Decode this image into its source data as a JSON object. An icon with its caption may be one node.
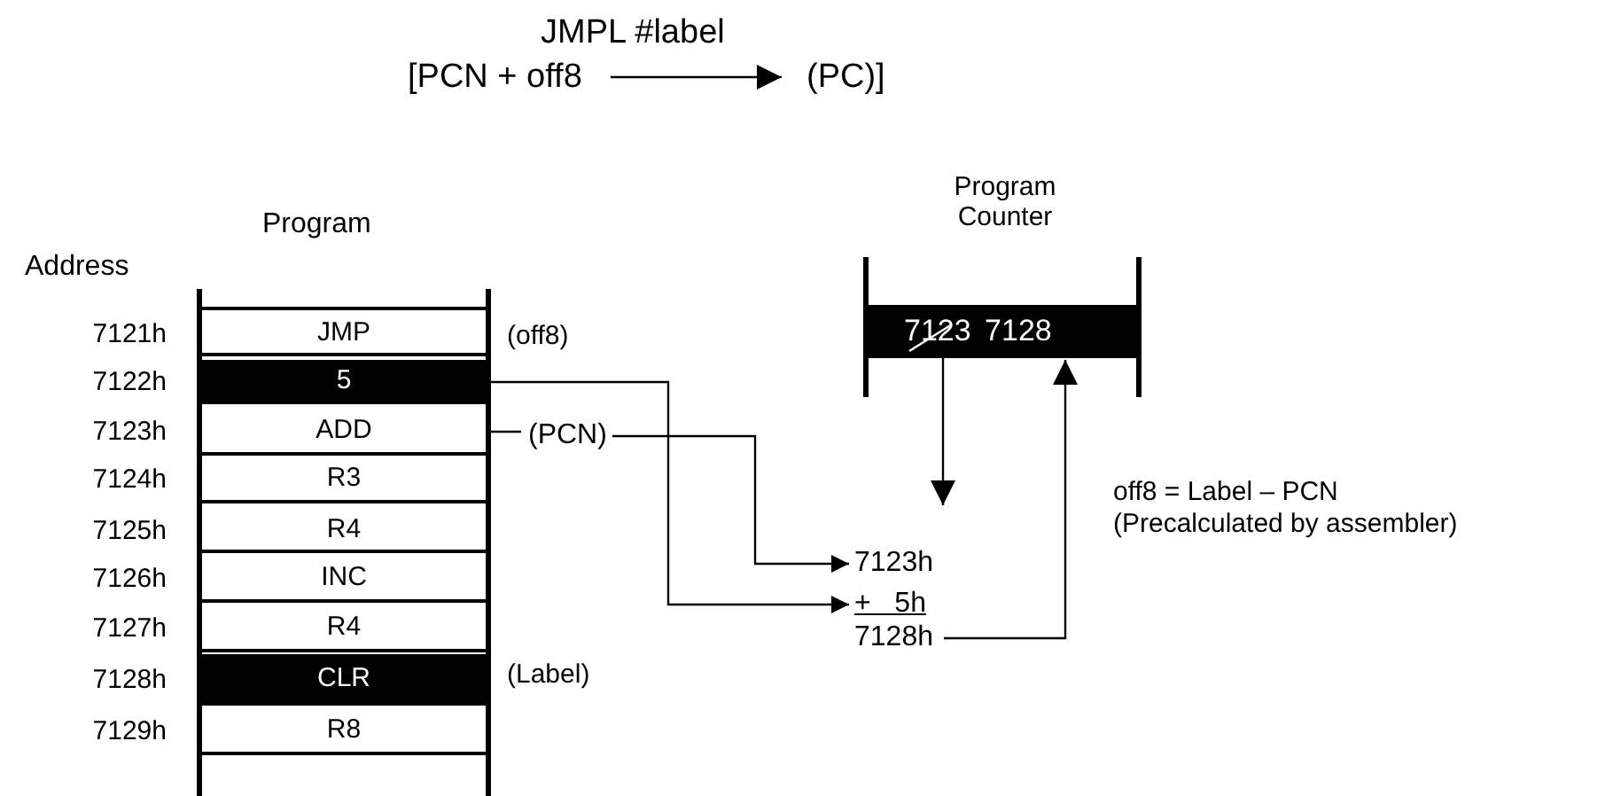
{
  "diagram": {
    "title": "JMPL #label",
    "nodes": [
      {
        "text": [
          "Program"
        ]
      },
      {
        "text": [
          "JMP"
        ],
        "in": 0,
        "beside": [
          "7121h"
        ]
      },
      {
        "text": [
          "5"
        ],
        "in": 0,
        "beside": [
          "7122h"
        ]
      },
      {
        "text": [
          "ADD"
        ],
        "in": 0,
        "beside": [
          "7123h"
        ]
      },
      {
        "text": [
          "R3"
        ],
        "in": 0,
        "beside": [
          "7124h"
        ]
      },
      {
        "text": [
          "R4"
        ],
        "in": 0,
        "beside": [
          "7125h"
        ]
      },
      {
        "text": [
          "INC"
        ],
        "in": 0,
        "beside": [
          "7126h"
        ]
      },
      {
        "text": [
          "R4"
        ],
        "in": 0,
        "beside": [
          "7127h"
        ]
      },
      {
        "text": [
          "CLR"
        ],
        "in": 0,
        "beside": [
          "7128h"
        ]
      },
      {
        "text": [
          "R8"
        ],
        "in": 0,
        "beside": [
          "7129h"
        ]
      },
      {
        "text": [
          "Program Counter"
        ]
      },
      {
        "text": [
          "7123 7128"
        ],
        "in": 10
      },
      {
        "text": [
          "(PCN)"
        ]
      },
      {
        "text": [
          "7123h"
        ]
      },
      {
        "text": [
          "+ 5h"
        ]
      },
      {
        "text": [
          "7128h"
        ]
      },
      {
        "text": [
          "[PCN + off8"
        ]
      },
      {
        "text": [
          "(PC)]"
        ]
      }
    ],
    "edges": [
      {
        "from": 2,
        "to": 14,
        "arrow": "to"
      },
      {
        "from": 3,
        "to": 12,
        "arrow": "none"
      },
      {
        "from": 12,
        "to": 13,
        "arrow": "to"
      },
      {
        "from": 11,
        "to": 13,
        "arrow": "to"
      },
      {
        "from": 15,
        "to": 11,
        "arrow": "to"
      },
      {
        "from": 16,
        "to": 17,
        "arrow": "to"
      }
    ],
    "labels": [
      "Address",
      "(off8)",
      "off8 = Label – PCN",
      "(Precalculated by assembler)",
      "(Label)"
    ]
  }
}
